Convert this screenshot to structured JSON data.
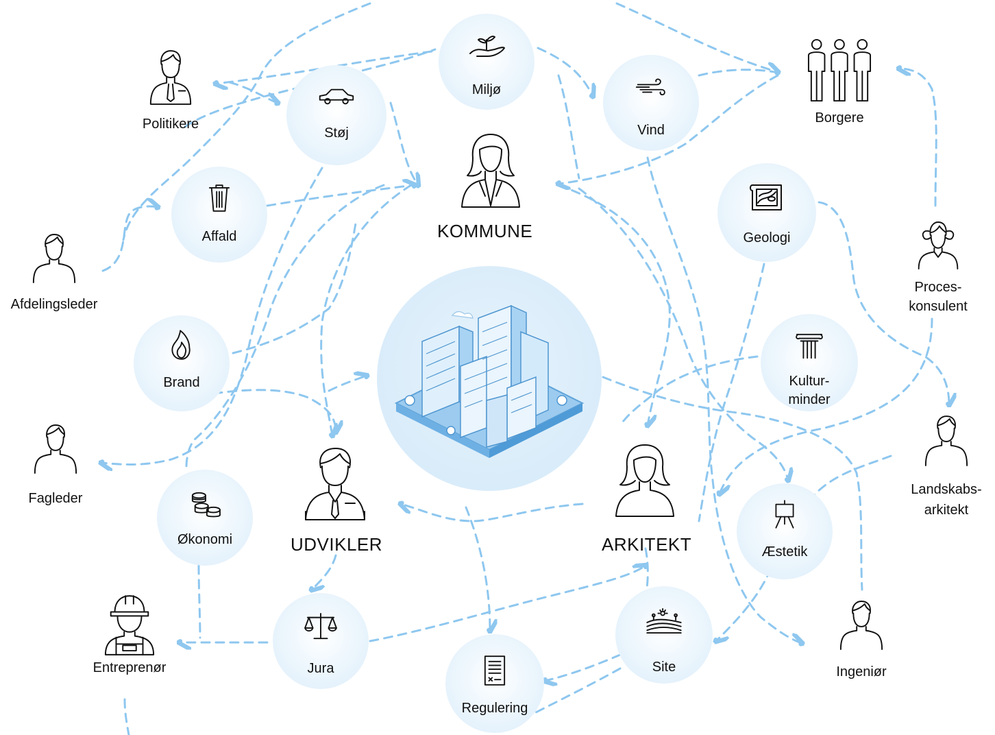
{
  "actors": {
    "kommune": "KOMMUNE",
    "udvikler": "UDVIKLER",
    "arkitekt": "ARKITEKT",
    "politikere": "Politikere",
    "borgere": "Borgere",
    "afdelingsleder": "Afdelingsleder",
    "proceskonsulent_line1": "Proces-",
    "proceskonsulent_line2": "konsulent",
    "fagleder": "Fagleder",
    "landskabsarkitekt_line1": "Landskabs-",
    "landskabsarkitekt_line2": "arkitekt",
    "entreprenor": "Entreprenør",
    "ingenior": "Ingeniør"
  },
  "topics": {
    "miljo": "Miljø",
    "stoj": "Støj",
    "vind": "Vind",
    "affald": "Affald",
    "geologi": "Geologi",
    "brand": "Brand",
    "kulturminder_line1": "Kultur-",
    "kulturminder_line2": "minder",
    "okonomi": "Økonomi",
    "aestetik": "Æstetik",
    "jura": "Jura",
    "site": "Site",
    "regulering": "Regulering"
  },
  "colors": {
    "connector": "#8ec7ef",
    "bubble": "#e3f1fb",
    "center": "#d9ecfa",
    "icon": "#111111"
  }
}
